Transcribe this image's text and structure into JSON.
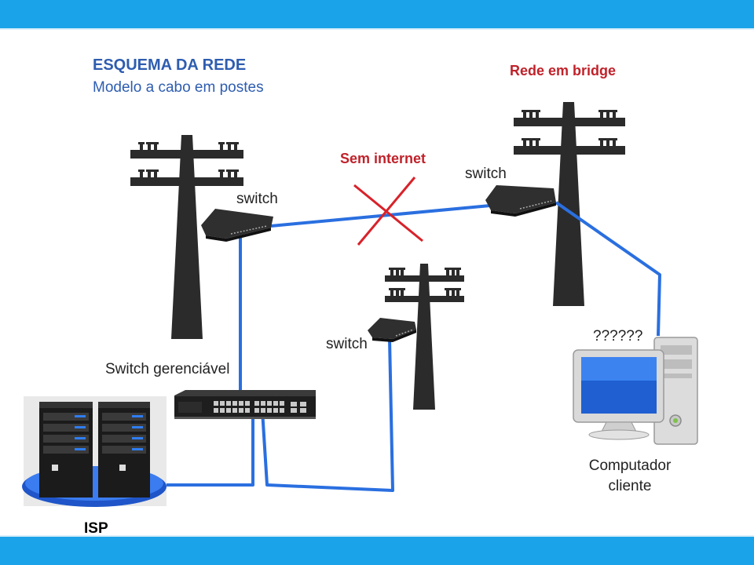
{
  "header": {
    "title": "ESQUEMA DA REDE",
    "subtitle": "Modelo a cabo em postes"
  },
  "labels": {
    "bridge": "Rede em bridge",
    "no_internet": "Sem internet",
    "switch_left": "switch",
    "switch_right": "switch",
    "switch_middle": "switch",
    "managed_switch": "Switch gerenciável",
    "unknown": "??????",
    "client_line1": "Computador",
    "client_line2": "cliente",
    "isp": "ISP"
  },
  "colors": {
    "accent_bar": "#1aa3e8",
    "title": "#2e5db0",
    "alert": "#c0222a",
    "cable": "#2a6fe0",
    "pole": "#2b2b2b"
  },
  "icons": [
    "utility-pole-icon",
    "switch-icon",
    "server-icon",
    "managed-switch-icon",
    "desktop-computer-icon",
    "no-connection-icon"
  ]
}
